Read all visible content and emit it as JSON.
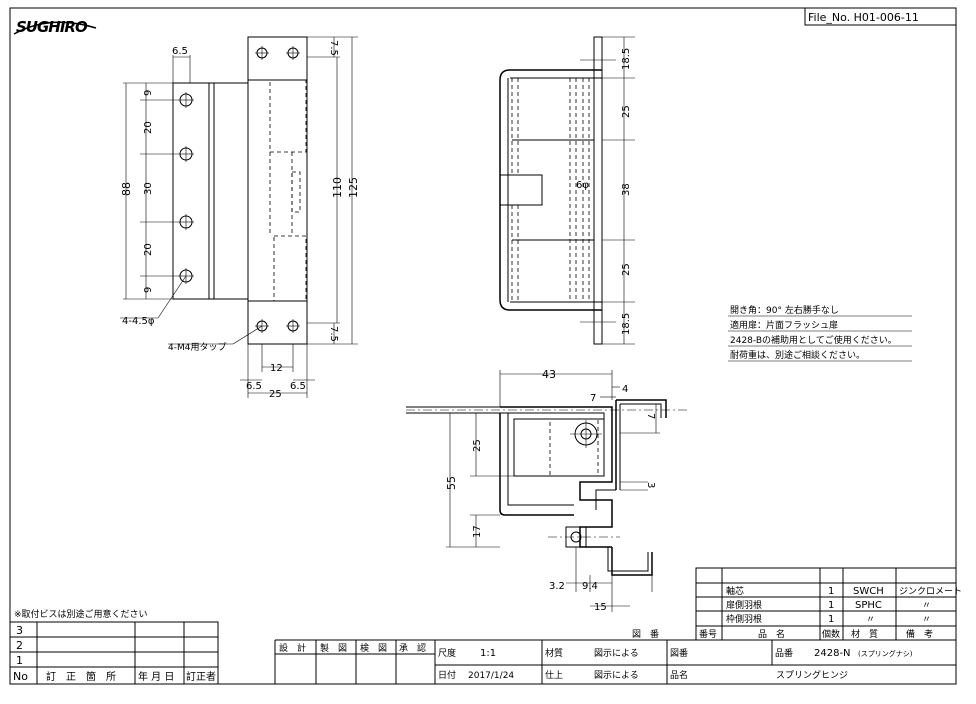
{
  "logo": {
    "text": "SUGHIRO"
  },
  "file_no": "File_No.  H01-006-11",
  "dims": {
    "top": [
      "6.5",
      "12",
      "6.5",
      "6.5",
      "25"
    ],
    "left": [
      "88",
      "9",
      "20",
      "30",
      "20",
      "9"
    ],
    "height": [
      "7.5",
      "110",
      "125",
      "7.5"
    ],
    "side": [
      "18.5",
      "25",
      "38",
      "25",
      "18.5"
    ],
    "phi": "6φ",
    "section": [
      "43",
      "7",
      "4",
      "7",
      "25",
      "55",
      "3",
      "17",
      "3.2",
      "9.4",
      "15"
    ]
  },
  "callouts": {
    "holes": "4-4.5φ",
    "tap": "4-M4用タップ"
  },
  "notes": [
    "開き角：90° 左右勝手なし",
    "適用扉：片面フラッシュ扉",
    "2428-Bの補助用としてご使用ください。",
    "耐荷重は、別途ご相談ください。"
  ],
  "screw_note": "※取付ビスは別途ご用意ください",
  "revision": {
    "rows": [
      "3",
      "2",
      "1"
    ],
    "headers": [
      "No",
      "訂　正　箇　所",
      "年 月 日",
      "訂正者"
    ]
  },
  "parts": {
    "header": [
      "図　番",
      "番号",
      "品　名",
      "個数",
      "材　質",
      "備　考"
    ],
    "rows": [
      {
        "name": "軸芯",
        "qty": "1",
        "material": "SWCH",
        "note": "ジンクロメート"
      },
      {
        "name": "扉側羽根",
        "qty": "1",
        "material": "SPHC",
        "note": "〃"
      },
      {
        "name": "枠側羽根",
        "qty": "1",
        "material": "〃",
        "note": "〃"
      }
    ]
  },
  "title_block": {
    "roles": [
      "設　計",
      "製　図",
      "検　図",
      "承　認"
    ],
    "scale_label": "尺度",
    "scale": "1:1",
    "material_label": "材質",
    "material": "図示による",
    "figno_label": "図番",
    "part_label": "品番",
    "part_no": "2428-N",
    "part_sub": "(スプリングナシ)",
    "date_label": "日付",
    "date": "2017/1/24",
    "finish_label": "仕上",
    "finish": "図示による",
    "name_label": "品名",
    "name": "スプリングヒンジ"
  }
}
